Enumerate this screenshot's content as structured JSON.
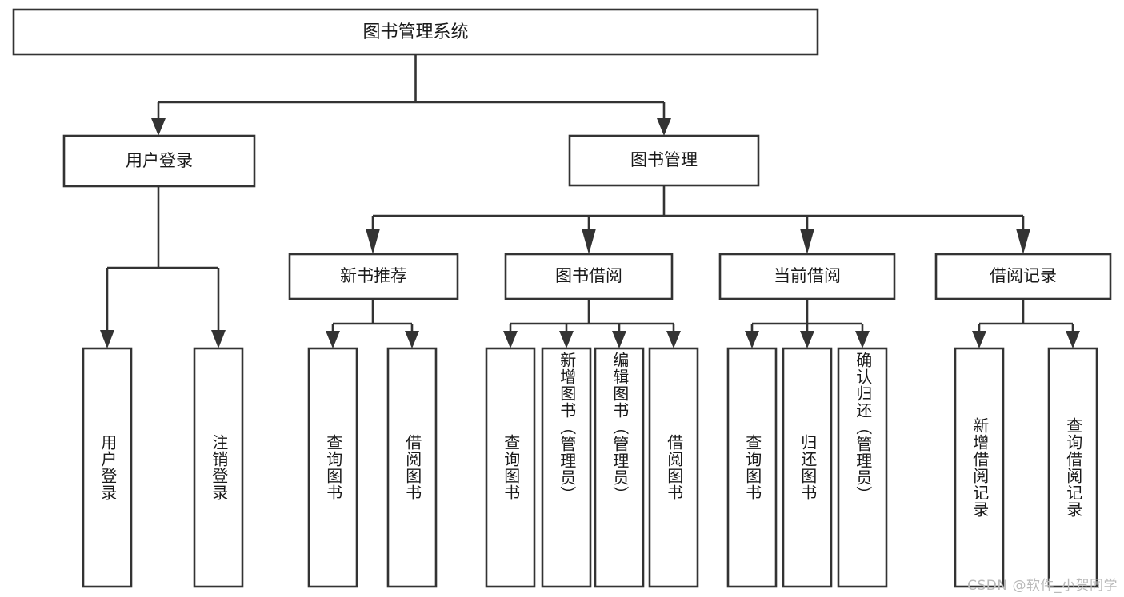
{
  "diagram": {
    "type": "tree-hierarchy",
    "title": "图书管理系统",
    "orientation": "top-down",
    "style": {
      "box_fill": "#ffffff",
      "box_stroke": "#333333",
      "text_color": "#1a1a1a",
      "background": "#ffffff",
      "watermark_color": "#b9b9b9"
    },
    "root": {
      "label": "图书管理系统"
    },
    "level2": [
      {
        "label": "用户登录"
      },
      {
        "label": "图书管理"
      }
    ],
    "level3": [
      {
        "label": "新书推荐"
      },
      {
        "label": "图书借阅"
      },
      {
        "label": "当前借阅"
      },
      {
        "label": "借阅记录"
      }
    ],
    "leaves": {
      "user_login": [
        {
          "label": "用户登录"
        },
        {
          "label": "注销登录"
        }
      ],
      "new_book_recommend": [
        {
          "label": "查询图书"
        },
        {
          "label": "借阅图书"
        }
      ],
      "book_borrow": [
        {
          "label": "查询图书"
        },
        {
          "label": "新增图书（管理员）"
        },
        {
          "label": "编辑图书（管理员）"
        },
        {
          "label": "借阅图书"
        }
      ],
      "current_borrow": [
        {
          "label": "查询图书"
        },
        {
          "label": "归还图书"
        },
        {
          "label": "确认归还（管理员）"
        }
      ],
      "borrow_record": [
        {
          "label": "新增借阅记录"
        },
        {
          "label": "查询借阅记录"
        }
      ]
    }
  },
  "watermark": {
    "text": "CSDN @软件_小贺同学"
  }
}
